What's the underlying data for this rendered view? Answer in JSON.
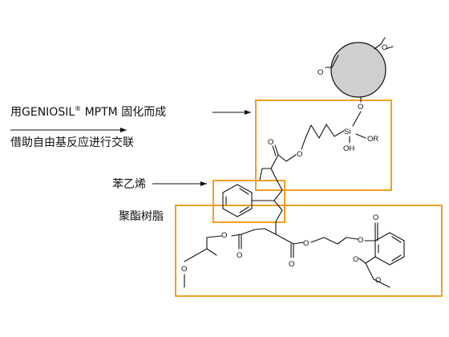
{
  "labels": {
    "geniosil_prefix": "用GENIOSIL",
    "registered_mark": "®",
    "geniosil_suffix": " MPTM 固化而成",
    "radical_polymerization": "借助自由基反应进行交联",
    "styrene": "苯乙烯",
    "polyester_resin": "聚酯树脂"
  },
  "atoms": {
    "oxygen": "O",
    "silicon": "Si",
    "or_group": "OR",
    "oh_group": "OH"
  },
  "colors": {
    "frame": "#f0a020",
    "ink": "#111111",
    "sphere_fill": "#cfcfcf"
  },
  "icons": {
    "sphere": "silica-particle-icon",
    "arrow": "right-arrow-icon"
  }
}
